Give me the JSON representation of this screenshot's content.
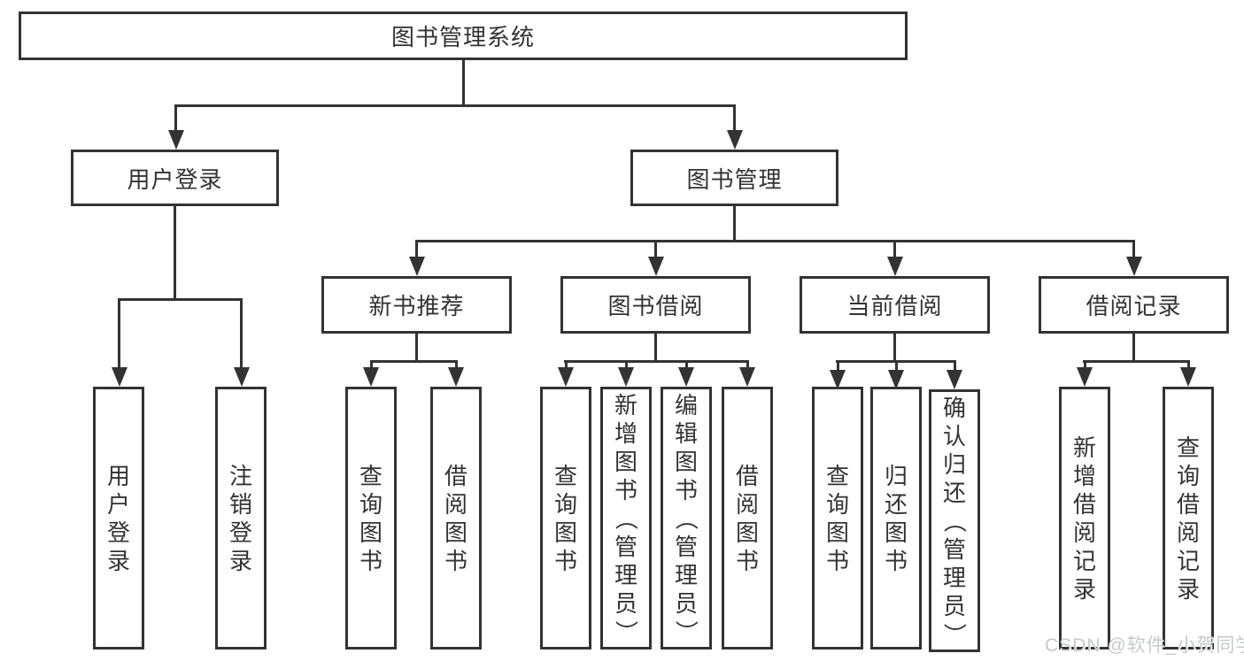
{
  "diagram": {
    "root": {
      "label": "图书管理系统"
    },
    "branches": [
      {
        "label": "用户登录",
        "children": [
          "用户登录",
          "注销登录"
        ]
      },
      {
        "label": "图书管理",
        "sections": [
          {
            "label": "新书推荐",
            "children": [
              "查询图书",
              "借阅图书"
            ]
          },
          {
            "label": "图书借阅",
            "children": [
              "查询图书",
              "新增图书（管理员）",
              "编辑图书（管理员）",
              "借阅图书"
            ]
          },
          {
            "label": "当前借阅",
            "children": [
              "查询图书",
              "归还图书",
              "确认归还（管理员）"
            ]
          },
          {
            "label": "借阅记录",
            "children": [
              "新增借阅记录",
              "查询借阅记录"
            ]
          }
        ]
      }
    ]
  },
  "colors": {
    "line": "#333333",
    "text": "#333333",
    "background": "#ffffff",
    "watermark_text": "#c6c9cd"
  },
  "watermark": {
    "text": "CSDN @软件_小贺同学"
  }
}
